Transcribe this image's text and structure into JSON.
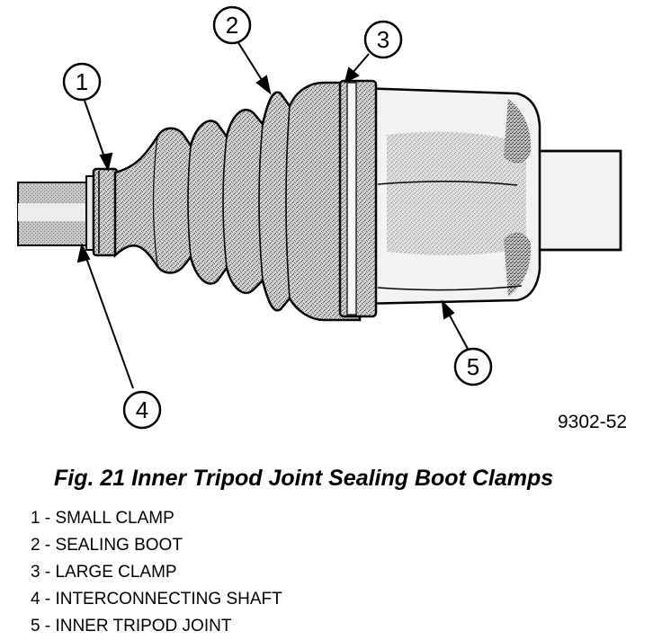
{
  "figure": {
    "id": "9302-52",
    "callouts": [
      "1",
      "2",
      "3",
      "4",
      "5"
    ]
  },
  "caption": "Fig. 21 Inner Tripod Joint Sealing Boot Clamps",
  "legend": [
    "1 - SMALL CLAMP",
    "2 - SEALING BOOT",
    "3 - LARGE CLAMP",
    "4 - INTERCONNECTING SHAFT",
    "5 - INNER TRIPOD JOINT"
  ]
}
